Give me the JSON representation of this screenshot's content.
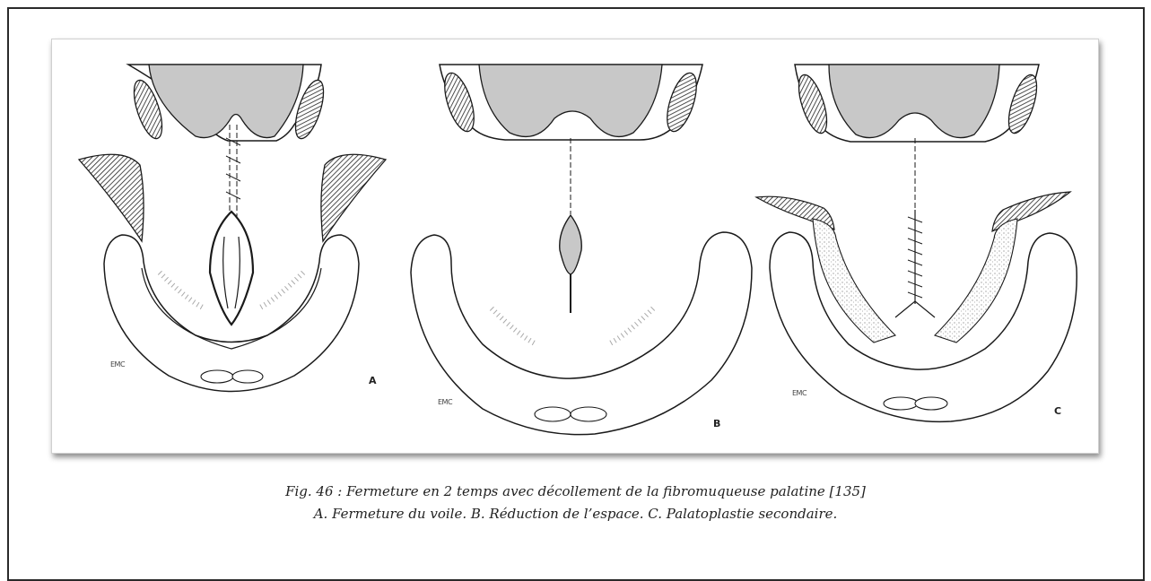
{
  "figure": {
    "panels": [
      {
        "letter": "A",
        "mark": "EMC"
      },
      {
        "letter": "B",
        "mark": "EMC"
      },
      {
        "letter": "C",
        "mark": "EMC"
      }
    ],
    "colors": {
      "soft_palate_fill": "#c8c8c8",
      "line": "#1a1a1a",
      "mucosa_stipple": "#888888"
    }
  },
  "caption": {
    "line1": "Fig. 46 : Fermeture en 2 temps avec décollement de la fibromuqueuse palatine [135]",
    "line2": "A. Fermeture du voile. B. Réduction de l’espace. C. Palatoplastie secondaire."
  }
}
